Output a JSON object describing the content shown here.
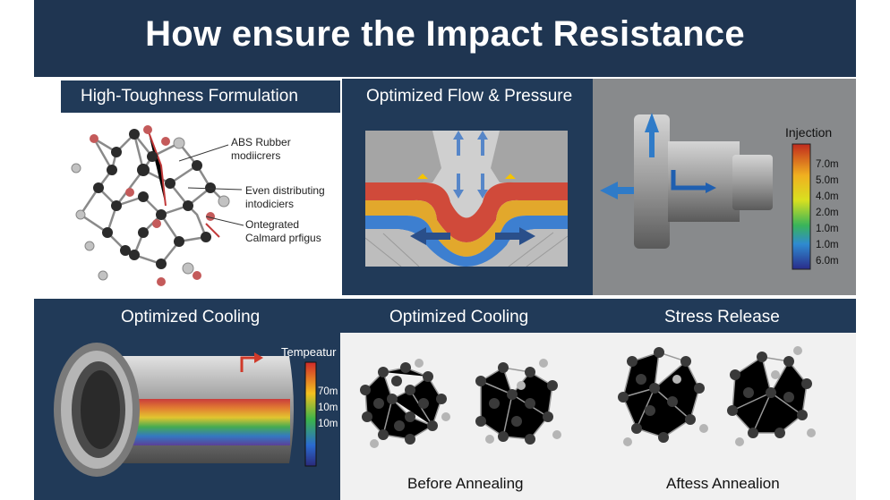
{
  "title": "How ensure the Impact Resistance",
  "panels": {
    "formulation": {
      "header": "High-Toughness Formulation",
      "labels": [
        "ABS Rubber\nmodiicrers",
        "Even distributing\nintodiciers",
        "Ontegrated\nCalmard prfigus"
      ]
    },
    "flow": {
      "header": "Optimized Flow & Pressure"
    },
    "injection": {
      "legend_title": "Injection",
      "ticks": [
        "7.0m",
        "5.0m",
        "4.0m",
        "2.0m",
        "1.0m",
        "1.0m",
        "6.0m"
      ]
    },
    "cooling_left": {
      "header": "Optimized Cooling",
      "legend_title": "Tempeatur",
      "ticks": [
        "70m",
        "10m",
        "10m"
      ]
    },
    "cooling_mid": {
      "header": "Optimized Cooling",
      "caption": "Before Annealing"
    },
    "stress": {
      "header": "Stress Release",
      "caption": "Aftess Annealion"
    }
  },
  "colors": {
    "navy": "#1f3551",
    "panel_dark": "#213a58",
    "arrow_blue": "#2f7bc8",
    "molecule_dark": "#2b2b2b",
    "molecule_red": "#c45a5a"
  }
}
